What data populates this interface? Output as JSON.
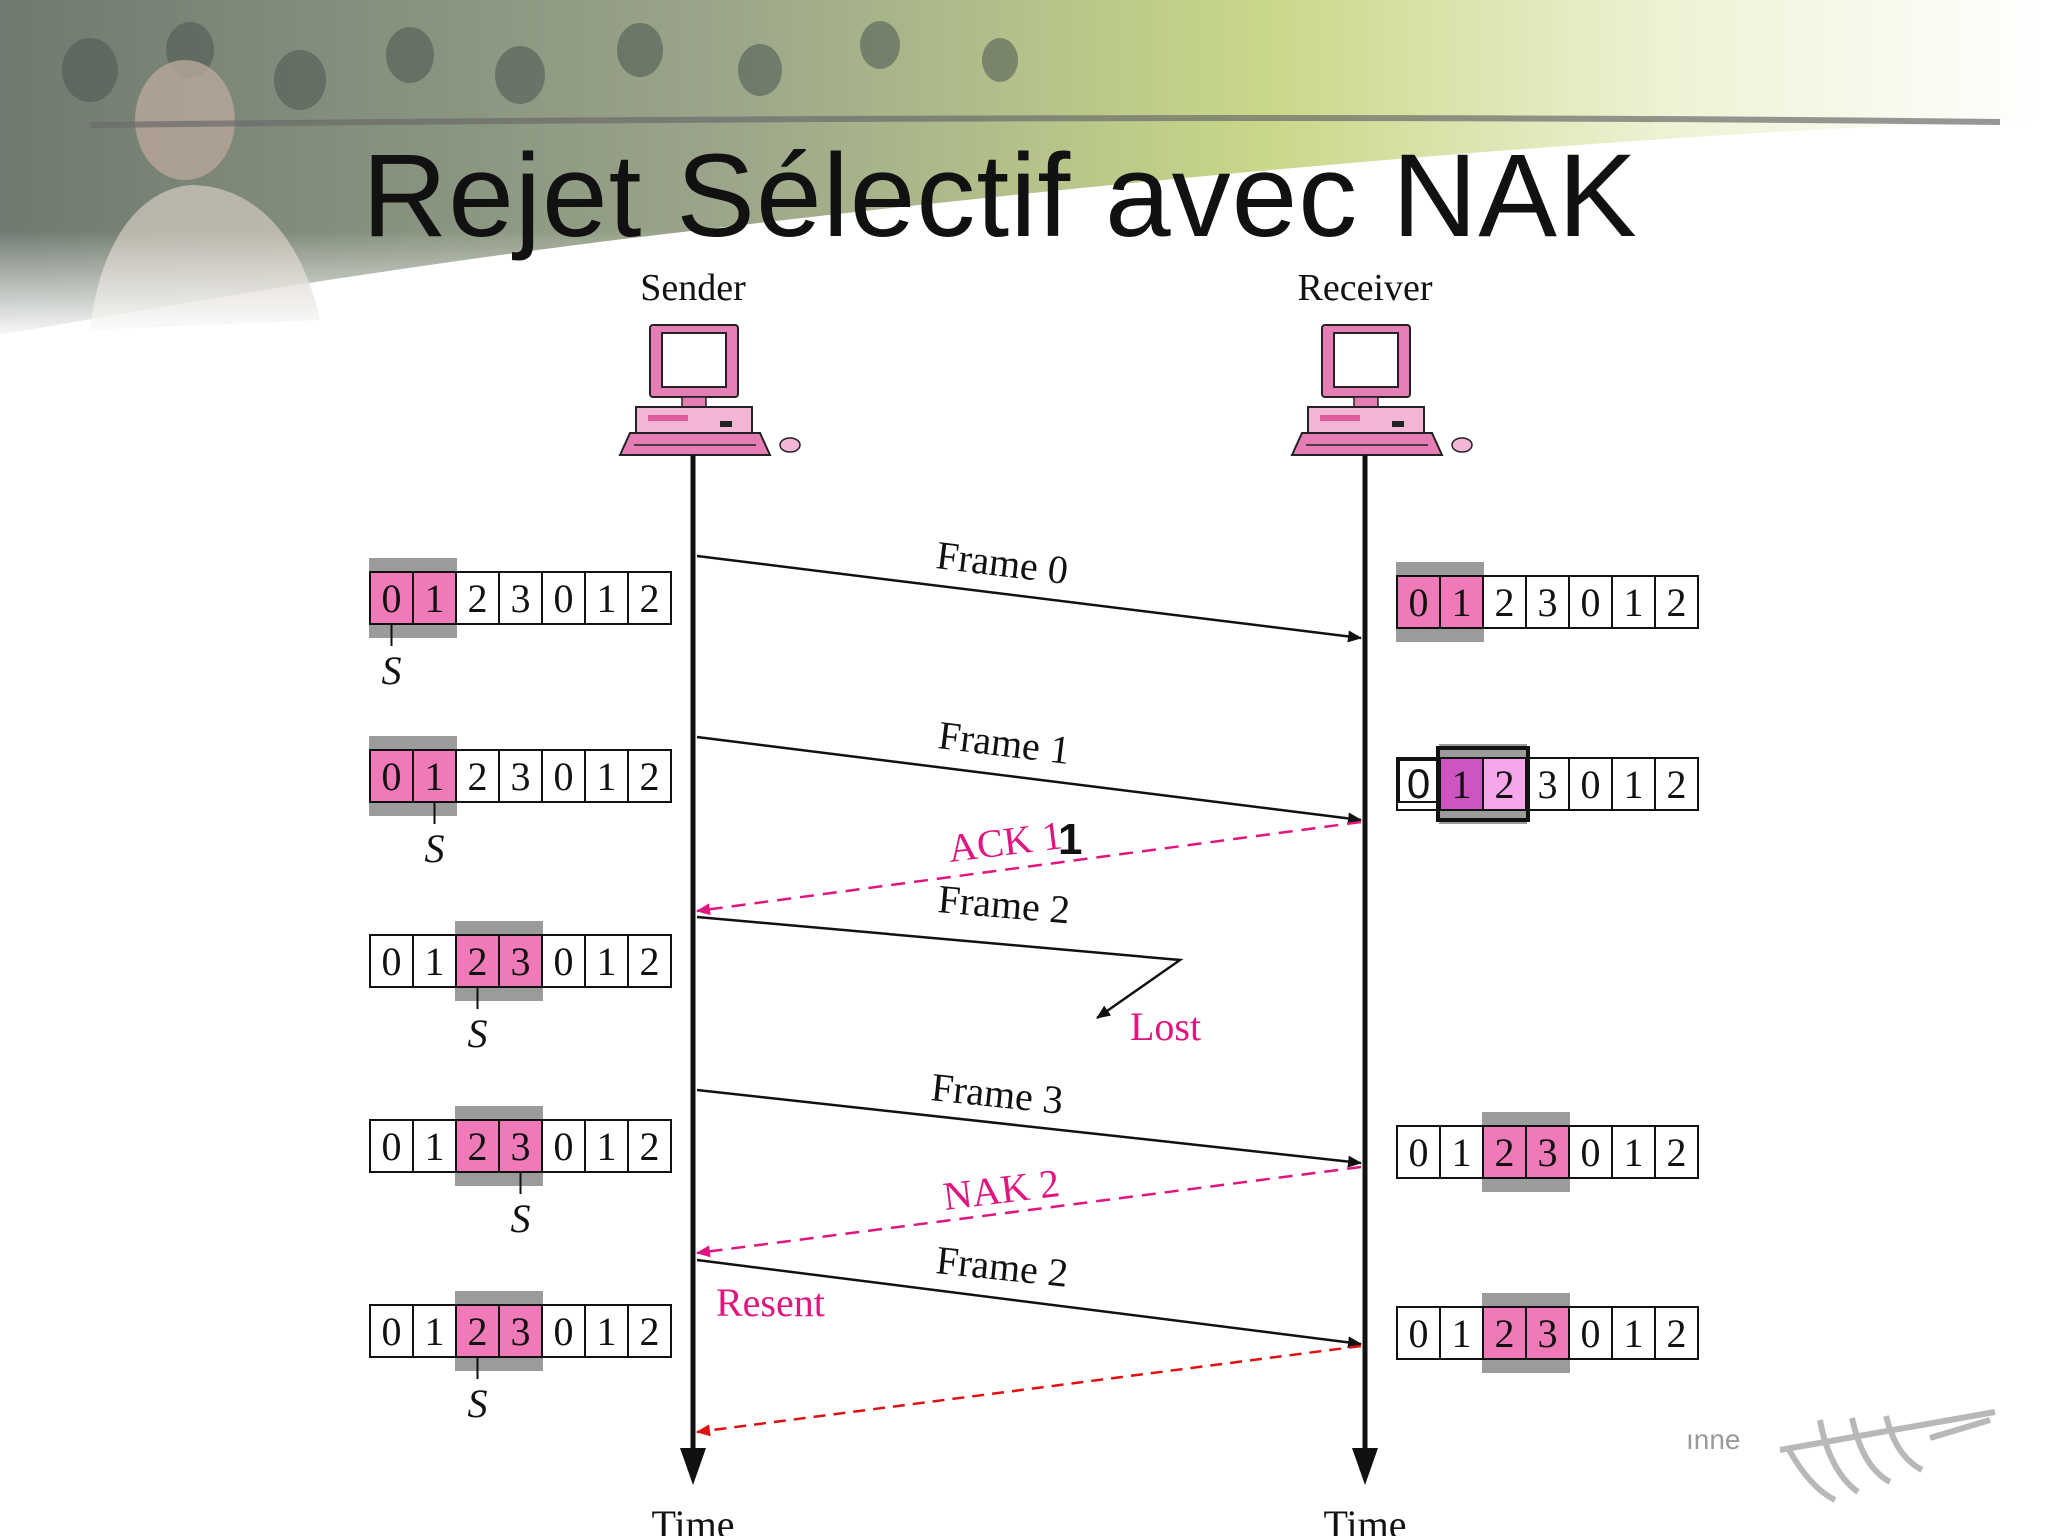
{
  "slide": {
    "title": "Rejet Sélectif avec NAK",
    "logo_fragment": "ınne"
  },
  "colors": {
    "window_pink": "#f07ab8",
    "window_frame": "#9b9b9b",
    "arrow_black": "#111111",
    "arrow_magenta": "#e0157f",
    "arrow_red": "#e01010",
    "label_magenta": "#e0157f",
    "highlight_dark": "#cc55c0",
    "highlight_light": "#f6a6ea"
  },
  "diagram": {
    "sender_label": "Sender",
    "receiver_label": "Receiver",
    "time_left": "Time",
    "time_right": "Time",
    "sequence": [
      "0",
      "1",
      "2",
      "3",
      "0",
      "1",
      "2"
    ],
    "sender_windows": [
      {
        "window_start": 0,
        "window_size": 2,
        "pointer_index": 0,
        "pointer_label": "S"
      },
      {
        "window_start": 0,
        "window_size": 2,
        "pointer_index": 1,
        "pointer_label": "S"
      },
      {
        "window_start": 2,
        "window_size": 2,
        "pointer_index": 2,
        "pointer_label": "S"
      },
      {
        "window_start": 2,
        "window_size": 2,
        "pointer_index": 3,
        "pointer_label": "S"
      },
      {
        "window_start": 2,
        "window_size": 2,
        "pointer_index": 2,
        "pointer_label": "S"
      }
    ],
    "receiver_windows": [
      {
        "window_start": 0,
        "window_size": 2
      },
      {
        "window_start": 1,
        "window_size": 2,
        "annotated": true
      },
      {
        "window_start": 2,
        "window_size": 2
      },
      {
        "window_start": 2,
        "window_size": 2
      }
    ],
    "messages": [
      {
        "label": "Frame 0",
        "direction": "to-receiver",
        "style": "solid"
      },
      {
        "label": "Frame 1",
        "direction": "to-receiver",
        "style": "solid"
      },
      {
        "label": "ACK 1",
        "direction": "to-sender",
        "style": "dashed"
      },
      {
        "label": "Frame 2",
        "direction": "lost",
        "style": "solid"
      },
      {
        "label": "Frame 3",
        "direction": "to-receiver",
        "style": "solid"
      },
      {
        "label": "NAK 2",
        "direction": "to-sender",
        "style": "dashed"
      },
      {
        "label": "Frame 2",
        "direction": "to-receiver",
        "style": "solid"
      },
      {
        "label": "",
        "direction": "to-sender",
        "style": "dashed"
      }
    ],
    "lost_label": "Lost",
    "resent_label": "Resent",
    "ack_overwrite_digit": "1",
    "receiver_overlay_digit": "0"
  }
}
